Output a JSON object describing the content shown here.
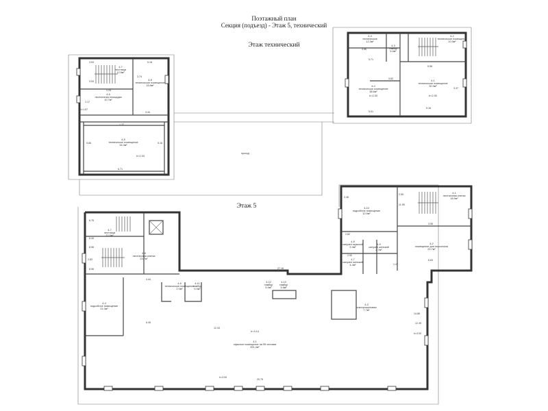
{
  "header": {
    "line1": "Поэтажный план",
    "line2": "Секция (подъезд) -        Этаж  5, технический",
    "tech_floor_title": "Этаж  технический",
    "floor5_title": "Этаж  5"
  },
  "tech_left": {
    "r1": {
      "num": "4-7",
      "name": "лестница",
      "area": "12.8м²"
    },
    "r2": {
      "num": "4-8",
      "name": "техническое помещение",
      "area": "15.8м²"
    },
    "r3": {
      "num": "4-6",
      "name": "лестничная площадка",
      "area": "10.7м²"
    },
    "r4": {
      "num": "4-5",
      "name": "техническое помещение",
      "area": "34.3м²",
      "h": "h=2.33"
    },
    "dims": [
      "3.53",
      "5.16",
      "3.53",
      "3.74",
      "1.24",
      "2.17",
      "3.44",
      "1.37",
      "h=1.67",
      "5.16",
      "6.71",
      "5.66"
    ]
  },
  "tech_right": {
    "r1": {
      "num": "4-4",
      "name": "техническое",
      "area": "12.3м²"
    },
    "r2": {
      "num": "4-3",
      "name": "тамбур",
      "area": "5.6м²"
    },
    "r3": {
      "num": "4-2",
      "name": "техническое помещение",
      "area": "10.9м²"
    },
    "r4": {
      "num": "4-0",
      "name": "техническое помещение",
      "area": "38.6м²",
      "h": "h=2.30"
    },
    "r5": {
      "num": "4-1",
      "name": "техническое помещение",
      "area": "30.9м²",
      "h": "h=2.30"
    },
    "dims": [
      "3.56",
      "5.01",
      "5.18",
      "5.56",
      "5.71",
      "3.52",
      "3.37"
    ]
  },
  "annotations": {
    "transition": "проход"
  },
  "floor5": {
    "rooms": [
      {
        "num": "4-7",
        "name": "лестница",
        "area": "17.0м²"
      },
      {
        "num": "4-8",
        "name": "лестничная клетка",
        "area": "23.7м²"
      },
      {
        "num": "4-10",
        "name": "подсобное помещение",
        "area": "10.9м²"
      },
      {
        "num": "4-1",
        "name": "лестничная клетка",
        "area": "18.9м²"
      },
      {
        "num": "4-2",
        "name": "помещение для персонала",
        "area": "20.7м²"
      },
      {
        "num": "4-8",
        "name": "санузел мужской",
        "area": "9.4м²"
      },
      {
        "num": "4-9",
        "name": "санузел женский",
        "area": "2.7м²"
      },
      {
        "num": "4-7",
        "name": "санузел женский",
        "area": "4.4м²"
      },
      {
        "num": "4-6",
        "name": "техническое помещение",
        "area": "2.0м²"
      },
      {
        "num": "4-11",
        "name": "тамбур",
        "area": "5.9м²"
      },
      {
        "num": "4-12",
        "name": "тамбур",
        "area": "5.9м²"
      },
      {
        "num": "4-13",
        "name": "тамбур",
        "area": "3.6м²"
      },
      {
        "num": "4-3",
        "name": "электрощитовая",
        "area": "7.7м²"
      },
      {
        "num": "4-4",
        "name": "подсобное помещение",
        "area": "21.0м²"
      },
      {
        "num": "4-1",
        "name": "офисное помещение на 55 человек",
        "area": "391.4м²",
        "h": "h=3.14"
      }
    ],
    "dims": [
      "27.16",
      "6.76",
      "6.40",
      "8.56",
      "8.56",
      "2.83",
      "4.44",
      "6.45",
      "12.34",
      "h=3.00",
      "20.75",
      "h=3.00",
      "14.88",
      "12.45",
      "2.62",
      "1.47",
      "3.48",
      "3.55",
      "5.63",
      "2.90",
      "2.55",
      "11.95"
    ]
  }
}
